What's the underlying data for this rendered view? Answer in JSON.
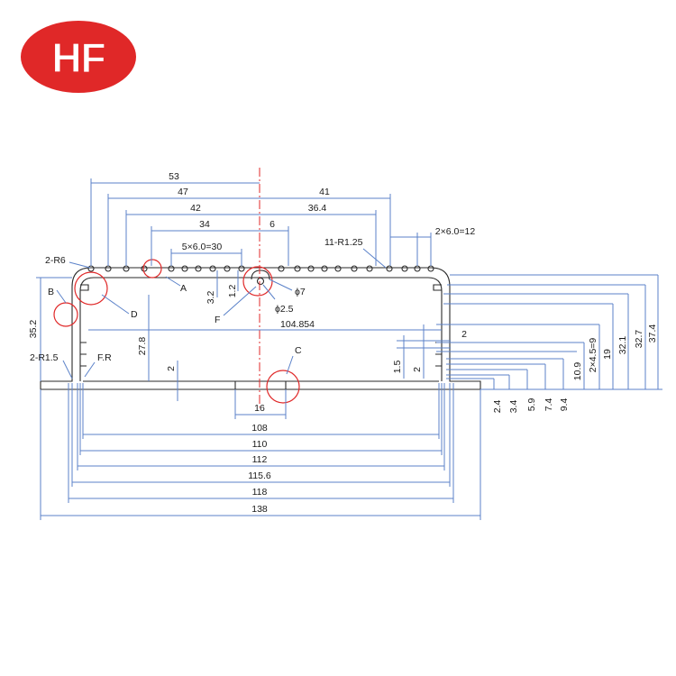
{
  "logo": {
    "text": "HF",
    "color": "#e02828"
  },
  "colors": {
    "dimension_line": "#5b82c9",
    "part_outline": "#2a2a2a",
    "highlight": "#e02828"
  },
  "horizontal_dimensions": {
    "d53": "53",
    "d47": "47",
    "d41": "41",
    "d42": "42",
    "d36_4": "36.4",
    "d34": "34",
    "d6": "6",
    "d5x6": "5×6.0=30",
    "d2x6": "2×6.0=12",
    "d104": "104.854",
    "d16": "16",
    "d108": "108",
    "d110": "110",
    "d112": "112",
    "d115": "115.6",
    "d118": "118",
    "d138": "138",
    "d2right": "2"
  },
  "vertical_dimensions": {
    "v35_2": "35.2",
    "v27_8": "27.8",
    "v3_2": "3.2",
    "v1_2": "1.2",
    "v2": "2",
    "v1_5": "1.5",
    "v2b": "2",
    "v10_9": "10.9",
    "v2x4": "2×4.5=9",
    "v19": "19",
    "v32_1": "32.1",
    "v32_7": "32.7",
    "v37_4": "37.4",
    "v2_4": "2.4",
    "v3_4": "3.4",
    "v5_9": "5.9",
    "v7_4": "7.4",
    "v9_4": "9.4"
  },
  "callouts": {
    "r6": "2-R6",
    "r1_25": "11-R1.25",
    "r1_5": "2-R1.5",
    "fr": "F.R",
    "phi7": "ϕ7",
    "phi2_5": "ϕ2.5",
    "A": "A",
    "B": "B",
    "C": "C",
    "D": "D",
    "F": "F"
  }
}
